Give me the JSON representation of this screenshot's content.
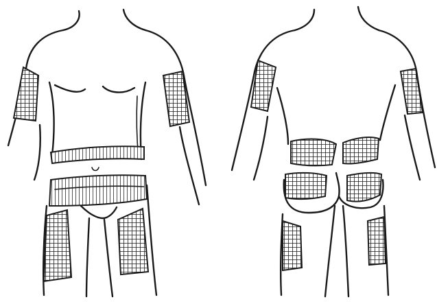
{
  "figure": {
    "views": [
      {
        "id": "front",
        "regions": [
          "upper-arm-left",
          "upper-arm-right",
          "abdomen-band-upper",
          "abdomen-band-lower",
          "thigh-left",
          "thigh-right"
        ]
      },
      {
        "id": "back",
        "regions": [
          "upper-arm-left",
          "upper-arm-right",
          "lower-back-left",
          "lower-back-right",
          "buttock-left",
          "buttock-right",
          "thigh-left",
          "thigh-right"
        ]
      }
    ],
    "colors": {
      "ink": "#1a1a1a",
      "background": "#ffffff"
    }
  }
}
